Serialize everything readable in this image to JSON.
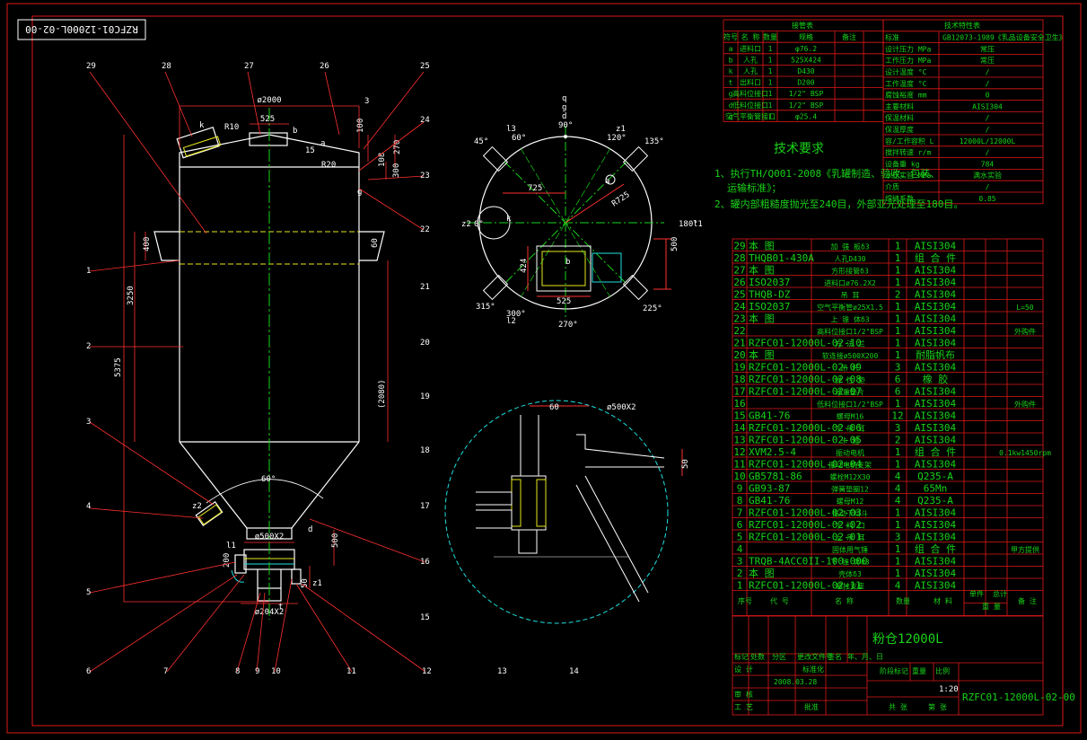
{
  "drawing_code_rotated": "RZFC01-12000L-02-00",
  "view_labels": {
    "dia_top": "ø2000",
    "d525": "525",
    "d3": "3",
    "d100": "100",
    "d270": "270",
    "d108": "108",
    "d300": "300",
    "d400": "400",
    "d3250": "3250",
    "d5375": "5375",
    "d60": "60",
    "d2080": "(2080)",
    "angle60": "60°",
    "dia500": "ø500X2",
    "d500": "500",
    "d200": "200",
    "d50": "50",
    "dia204": "ø204X2",
    "r20": "R20",
    "r10": "R10",
    "a15": "15",
    "t_lbl": "t",
    "a_lbl": "a",
    "b_lbl": "b",
    "k_lbl": "k",
    "g_lbl": "g",
    "d_lbl": "d",
    "z1": "z1",
    "z2": "z2",
    "l1": "l1",
    "l2": "l2",
    "l3": "l3"
  },
  "balloons": [
    "29",
    "28",
    "27",
    "26",
    "25",
    "24",
    "23",
    "22",
    "21",
    "20",
    "19",
    "18",
    "17",
    "16",
    "15",
    "14",
    "13",
    "12",
    "11",
    "10",
    "9",
    "8",
    "7",
    "6",
    "5",
    "4",
    "3",
    "2",
    "1"
  ],
  "plan_view": {
    "angles": [
      "90°",
      "60°",
      "120°",
      "45°",
      "135°",
      "0°",
      "180°",
      "315°",
      "300°",
      "270°",
      "225°"
    ],
    "dims": [
      "725",
      "R725",
      "500",
      "525",
      "424"
    ],
    "labels": [
      "q",
      "g",
      "d",
      "l3",
      "z1",
      "z2",
      "k",
      "l1",
      "l2",
      "b",
      "a"
    ]
  },
  "detail_view": {
    "d60": "60",
    "dia500": "ø500X2",
    "d50": "50"
  },
  "nozzle_table": {
    "title": "接管表",
    "headers": [
      "符号",
      "名 称",
      "数量",
      "规格",
      "备注"
    ],
    "rows": [
      [
        "a",
        "进料口",
        "1",
        "φ76.2",
        ""
      ],
      [
        "b",
        "人孔",
        "1",
        "525X424",
        ""
      ],
      [
        "k",
        "人孔",
        "1",
        "D430",
        ""
      ],
      [
        "t",
        "出料口",
        "1",
        "D200",
        ""
      ],
      [
        "g",
        "高料位接口",
        "1",
        "1/2\" BSP",
        ""
      ],
      [
        "d",
        "低料位接口",
        "1",
        "1/2\" BSP",
        ""
      ],
      [
        "q",
        "空气平衡管接口",
        "1",
        "φ25.4",
        ""
      ]
    ]
  },
  "tech_char_table": {
    "title": "技术特性表",
    "rows": [
      [
        "标准",
        "GB12073-1989《乳品设备安全卫生》"
      ],
      [
        "设计压力 MPa",
        "常压"
      ],
      [
        "工作压力 MPa",
        "常压"
      ],
      [
        "设计温度 °C",
        "/"
      ],
      [
        "工作温度 °C",
        "/"
      ],
      [
        "腐蚀裕度 mm",
        "0"
      ],
      [
        "主要材料",
        "AISI304"
      ],
      [
        "保温材料",
        "/"
      ],
      [
        "保温厚度",
        "/"
      ],
      [
        "容/工作容积 L",
        "12000L/12000L"
      ],
      [
        "搅拌转速 r/m",
        "/"
      ],
      [
        "设备重 kg",
        "784"
      ],
      [
        "水压实验 MPa",
        "满水实验"
      ],
      [
        "介质",
        "/"
      ],
      [
        "焊缝系数",
        "0.85"
      ]
    ]
  },
  "tech_requirements": {
    "title": "技术要求",
    "line1": "1、执行TH/Q001-2008《乳罐制造、验收、包装、",
    "line1b": "运输标准》；",
    "line2": "2、罐内部粗糙度抛光至240目，外部亚光处理至180目。"
  },
  "bom": [
    [
      "29",
      "本 图",
      "加 强 板δ3",
      "1",
      "AISI304",
      ""
    ],
    [
      "28",
      "THQB01-430A",
      "人孔D430",
      "1",
      "组 合 件",
      ""
    ],
    [
      "27",
      "本 图",
      "方形接管δ3",
      "1",
      "AISI304",
      ""
    ],
    [
      "26",
      "ISO2037",
      "进料口ø76.2X2",
      "1",
      "AISI304",
      ""
    ],
    [
      "25",
      "THQB-DZ",
      "吊 耳",
      "2",
      "AISI304",
      ""
    ],
    [
      "24",
      "ISO2037",
      "空气平衡管ø25X1.5",
      "1",
      "AISI304",
      "L=50"
    ],
    [
      "23",
      "本 图",
      "上 锥 体δ3",
      "1",
      "AISI304",
      ""
    ],
    [
      "22",
      "",
      "高料位接口1/2\"BSP",
      "1",
      "AISI304",
      "外购件"
    ],
    [
      "21",
      "RZFC01-12000L-02-10",
      "方 法 兰",
      "1",
      "AISI304",
      ""
    ],
    [
      "20",
      "本 图",
      "软连接ø500X200",
      "1",
      "耐脂帆布",
      ""
    ],
    [
      "19",
      "RZFC01-12000L-02-09",
      "吊 杆",
      "3",
      "AISI304",
      ""
    ],
    [
      "18",
      "RZFC01-12000L-02-08",
      "弹 性 垫",
      "6",
      "橡 胶",
      ""
    ],
    [
      "17",
      "RZFC01-12000L-02-07",
      "承重垫片",
      "6",
      "AISI304",
      ""
    ],
    [
      "16",
      "",
      "低料位接口1/2\"BSP",
      "1",
      "AISI304",
      "外购件"
    ],
    [
      "15",
      "GB41-76",
      "螺母M16",
      "12",
      "AISI304",
      ""
    ],
    [
      "14",
      "RZFC01-12000L-02-06",
      "下 吊 耳",
      "3",
      "AISI304",
      ""
    ],
    [
      "13",
      "RZFC01-12000L-02-05",
      "卡 箍",
      "2",
      "AISI304",
      ""
    ],
    [
      "12",
      "XVM2.5-4",
      "振动电机",
      "1",
      "组 合 件",
      "0.1kw1450rpm"
    ],
    [
      "11",
      "RZFC01-12000L-02-04",
      "振动电机支架",
      "1",
      "AISI304",
      ""
    ],
    [
      "10",
      "GB5781-86",
      "螺栓M12X30",
      "4",
      "Q235-A",
      ""
    ],
    [
      "9",
      "GB93-87",
      "弹簧垫圈12",
      "4",
      "65Mn",
      ""
    ],
    [
      "8",
      "GB41-76",
      "螺母M12",
      "4",
      "Q235-A",
      ""
    ],
    [
      "7",
      "RZFC01-12000L-02-03",
      "振动下料斗",
      "1",
      "AISI304",
      ""
    ],
    [
      "6",
      "RZFC01-12000L-02-02",
      "下 料 口",
      "1",
      "AISI304",
      ""
    ],
    [
      "5",
      "RZFC01-12000L-02-01",
      "上 吊 耳",
      "3",
      "AISI304",
      ""
    ],
    [
      "4",
      "",
      "固体用气锤",
      "1",
      "组 合 件",
      "甲方提供"
    ],
    [
      "3",
      "TRQB-4ACC0II-100-000",
      "下 锥 体δ3",
      "1",
      "AISI304",
      ""
    ],
    [
      "2",
      "本 图",
      "壳体δ3",
      "1",
      "AISI304",
      ""
    ],
    [
      "1",
      "RZFC01-12000L-02-11",
      "悬挂支座",
      "4",
      "AISI304",
      ""
    ]
  ],
  "bom_header": [
    "序号",
    "代 号",
    "名 称",
    "数量",
    "材 料",
    "单件",
    "总计",
    "备 注"
  ],
  "bom_header_sub": "重 量",
  "title_block": {
    "product": "粉仓12000L",
    "drawing_no": "RZFC01-12000L-02-00",
    "scale": "1:20",
    "date": "2008.03.28",
    "cells": [
      "标记",
      "处数",
      "分区",
      "更改文件号",
      "签名",
      "年、月、日",
      "设 计",
      "标准化",
      "阶段标记",
      "重量",
      "比例",
      "审 核",
      "工 艺",
      "批准",
      "共 张",
      "第 张"
    ]
  },
  "colors": {
    "frame": "#e01818",
    "outline": "#ffffff",
    "dim": "#ff3030",
    "center": "#19d219",
    "text": "#19d219",
    "cyan": "#20e0e0",
    "yellow": "#e8e820"
  }
}
